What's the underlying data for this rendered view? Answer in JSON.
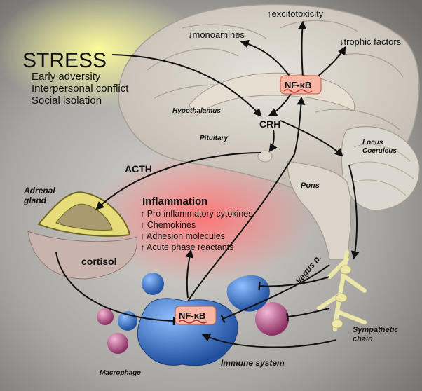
{
  "stress": {
    "title": "STRESS",
    "items": [
      "Early adversity",
      "Interpersonal conflict",
      "Social isolation"
    ]
  },
  "brain_effects": {
    "excitotoxicity": "↑excitotoxicity",
    "monoamines": "↓monoamines",
    "trophic_factors": "↓trophic factors",
    "nfkb": "NF-κB"
  },
  "structures": {
    "hypothalamus": "Hypothalamus",
    "crh": "CRH",
    "pituitary": "Pituitary",
    "acth": "ACTH",
    "locus_coeruleus_1": "Locus",
    "locus_coeruleus_2": "Coeruleus",
    "pons": "Pons",
    "adrenal_1": "Adrenal",
    "adrenal_2": "gland",
    "cortisol": "cortisol",
    "vagus": "Vagus n.",
    "sympathetic_1": "Sympathetic",
    "sympathetic_2": "chain"
  },
  "inflammation": {
    "title": "Inflammation",
    "items": [
      "↑ Pro-inflammatory cytokines",
      "↑ Chemokines",
      "↑ Adhesion molecules",
      "↑ Acute phase reactants"
    ]
  },
  "immune": {
    "nfkb": "NF-κB",
    "macrophage": "Macrophage",
    "system": "Immune system"
  },
  "colors": {
    "background": "#8a8a86",
    "brain": "#cfc9c0",
    "adrenal": "#e6dc7a",
    "macrophage": "#3f7fd6",
    "glow_red": "#ff6a6a",
    "glow_yellow": "#ffff80",
    "nerve": "#ece7a8"
  }
}
